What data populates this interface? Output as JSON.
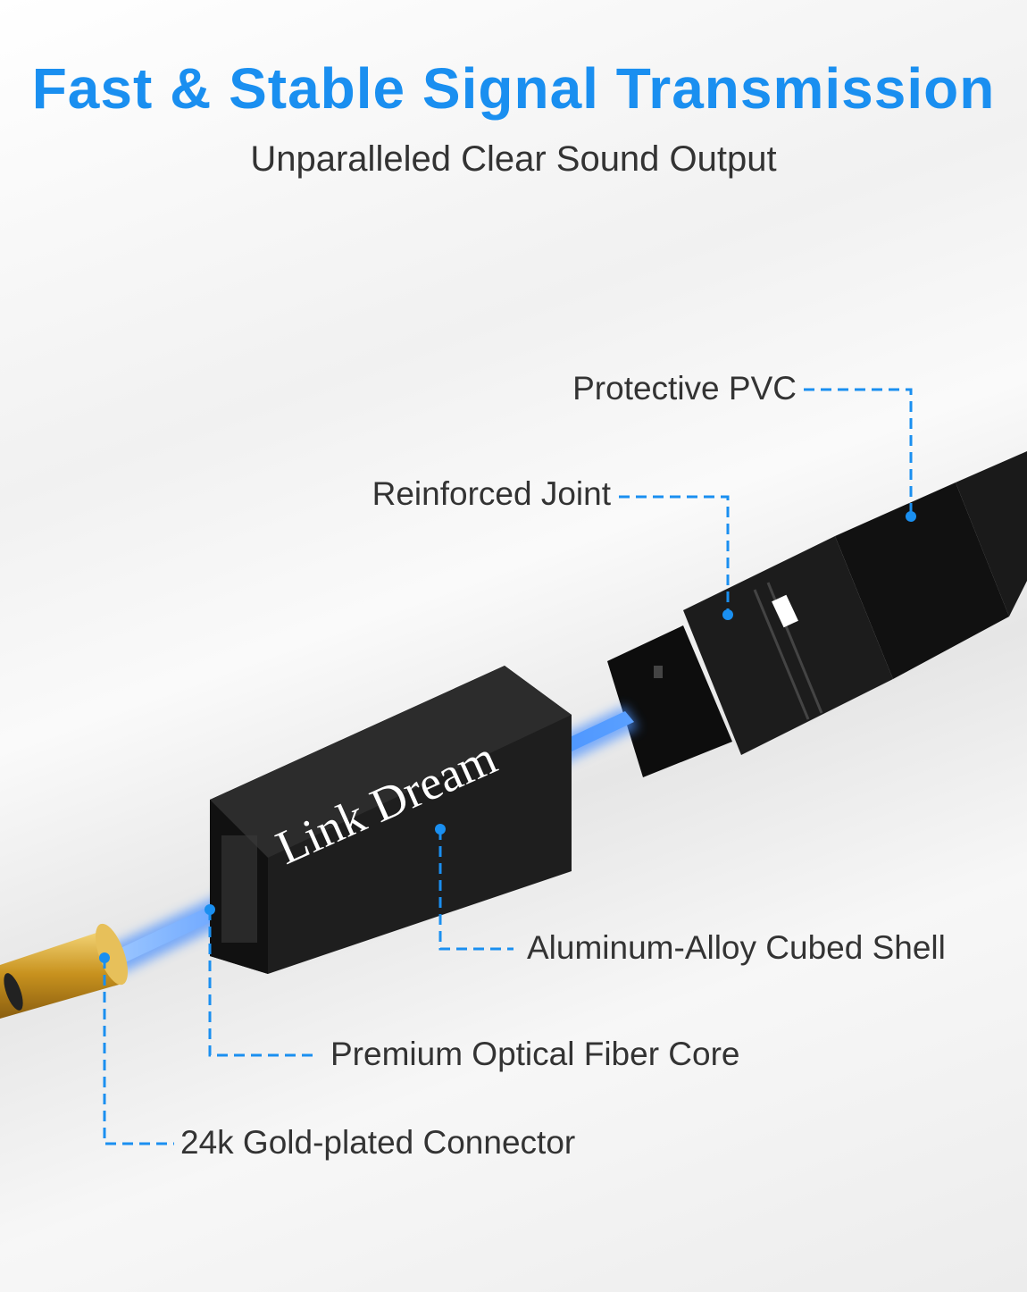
{
  "header": {
    "title": "Fast & Stable Signal Transmission",
    "subtitle": "Unparalleled Clear Sound Output"
  },
  "brand": {
    "logo_text": "Link Dream"
  },
  "callouts": [
    {
      "label": "Protective PVC"
    },
    {
      "label": "Reinforced Joint"
    },
    {
      "label": "Aluminum-Alloy Cubed Shell"
    },
    {
      "label": "Premium Optical Fiber Core"
    },
    {
      "label": "24k Gold-plated Connector"
    }
  ],
  "colors": {
    "accent": "#1a8ff0",
    "text": "#333333",
    "cable": "#151515",
    "fiber": "#3d8bff",
    "gold": "#d4a530"
  }
}
